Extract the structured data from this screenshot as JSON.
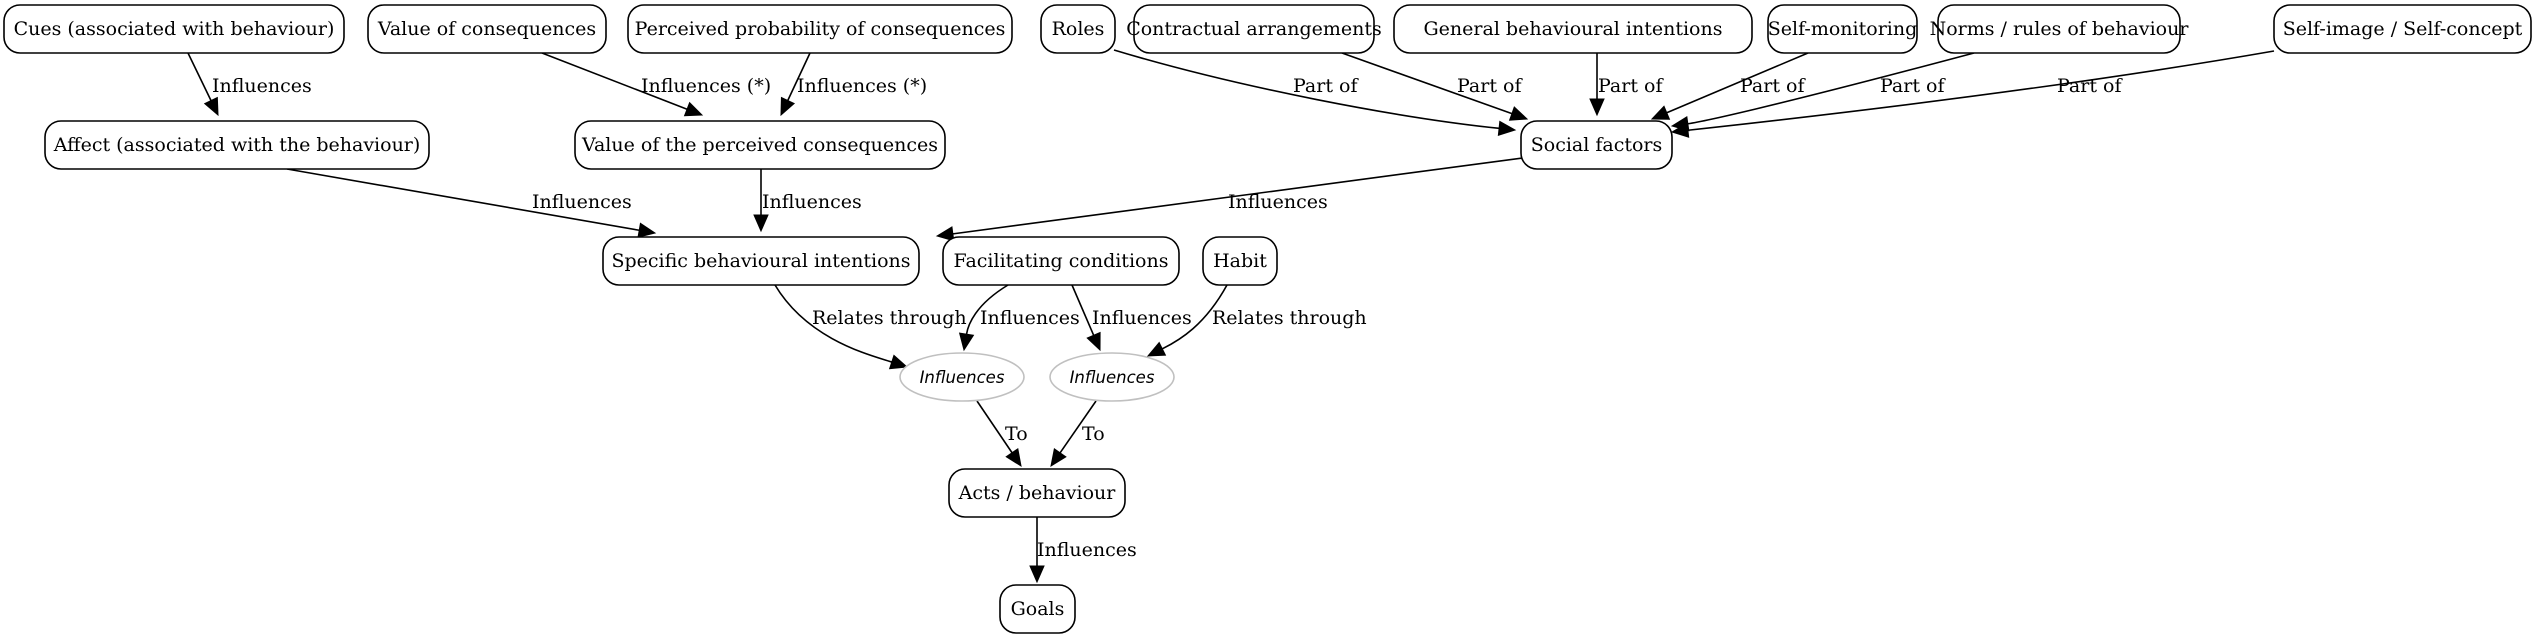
{
  "diagram": {
    "type": "concept-graph",
    "nodes": [
      {
        "id": "cues",
        "label": "Cues (associated with behaviour)",
        "shape": "rounded-box"
      },
      {
        "id": "value_consequences",
        "label": "Value of consequences",
        "shape": "rounded-box"
      },
      {
        "id": "perceived_probability",
        "label": "Perceived probability of consequences",
        "shape": "rounded-box"
      },
      {
        "id": "roles",
        "label": "Roles",
        "shape": "rounded-box"
      },
      {
        "id": "contractual",
        "label": "Contractual arrangements",
        "shape": "rounded-box"
      },
      {
        "id": "general_intentions",
        "label": "General behavioural intentions",
        "shape": "rounded-box"
      },
      {
        "id": "self_monitoring",
        "label": "Self-monitoring",
        "shape": "rounded-box"
      },
      {
        "id": "norms",
        "label": "Norms / rules of behaviour",
        "shape": "rounded-box"
      },
      {
        "id": "self_image",
        "label": "Self-image / Self-concept",
        "shape": "rounded-box"
      },
      {
        "id": "affect",
        "label": "Affect (associated with the behaviour)",
        "shape": "rounded-box"
      },
      {
        "id": "value_perceived",
        "label": "Value of the perceived consequences",
        "shape": "rounded-box"
      },
      {
        "id": "social_factors",
        "label": "Social factors",
        "shape": "rounded-box"
      },
      {
        "id": "specific_intentions",
        "label": "Specific behavioural intentions",
        "shape": "rounded-box"
      },
      {
        "id": "facilitating",
        "label": "Facilitating conditions",
        "shape": "rounded-box"
      },
      {
        "id": "habit",
        "label": "Habit",
        "shape": "rounded-box"
      },
      {
        "id": "influences_1",
        "label": "Influences",
        "shape": "ellipse"
      },
      {
        "id": "influences_2",
        "label": "Influences",
        "shape": "ellipse"
      },
      {
        "id": "acts",
        "label": "Acts / behaviour",
        "shape": "rounded-box"
      },
      {
        "id": "goals",
        "label": "Goals",
        "shape": "rounded-box"
      }
    ],
    "edges": [
      {
        "from": "cues",
        "to": "affect",
        "label": "Influences"
      },
      {
        "from": "value_consequences",
        "to": "value_perceived",
        "label": "Influences (*)"
      },
      {
        "from": "perceived_probability",
        "to": "value_perceived",
        "label": "Influences (*)"
      },
      {
        "from": "roles",
        "to": "social_factors",
        "label": "Part of"
      },
      {
        "from": "contractual",
        "to": "social_factors",
        "label": "Part of"
      },
      {
        "from": "general_intentions",
        "to": "social_factors",
        "label": "Part of"
      },
      {
        "from": "self_monitoring",
        "to": "social_factors",
        "label": "Part of"
      },
      {
        "from": "norms",
        "to": "social_factors",
        "label": "Part of"
      },
      {
        "from": "self_image",
        "to": "social_factors",
        "label": "Part of"
      },
      {
        "from": "affect",
        "to": "specific_intentions",
        "label": "Influences"
      },
      {
        "from": "value_perceived",
        "to": "specific_intentions",
        "label": "Influences"
      },
      {
        "from": "social_factors",
        "to": "specific_intentions",
        "label": "Influences"
      },
      {
        "from": "specific_intentions",
        "to": "influences_1",
        "label": "Relates through"
      },
      {
        "from": "facilitating",
        "to": "influences_1",
        "label": "Influences"
      },
      {
        "from": "facilitating",
        "to": "influences_2",
        "label": "Influences"
      },
      {
        "from": "habit",
        "to": "influences_2",
        "label": "Relates through"
      },
      {
        "from": "influences_1",
        "to": "acts",
        "label": "To"
      },
      {
        "from": "influences_2",
        "to": "acts",
        "label": "To"
      },
      {
        "from": "acts",
        "to": "goals",
        "label": "Influences"
      }
    ]
  }
}
